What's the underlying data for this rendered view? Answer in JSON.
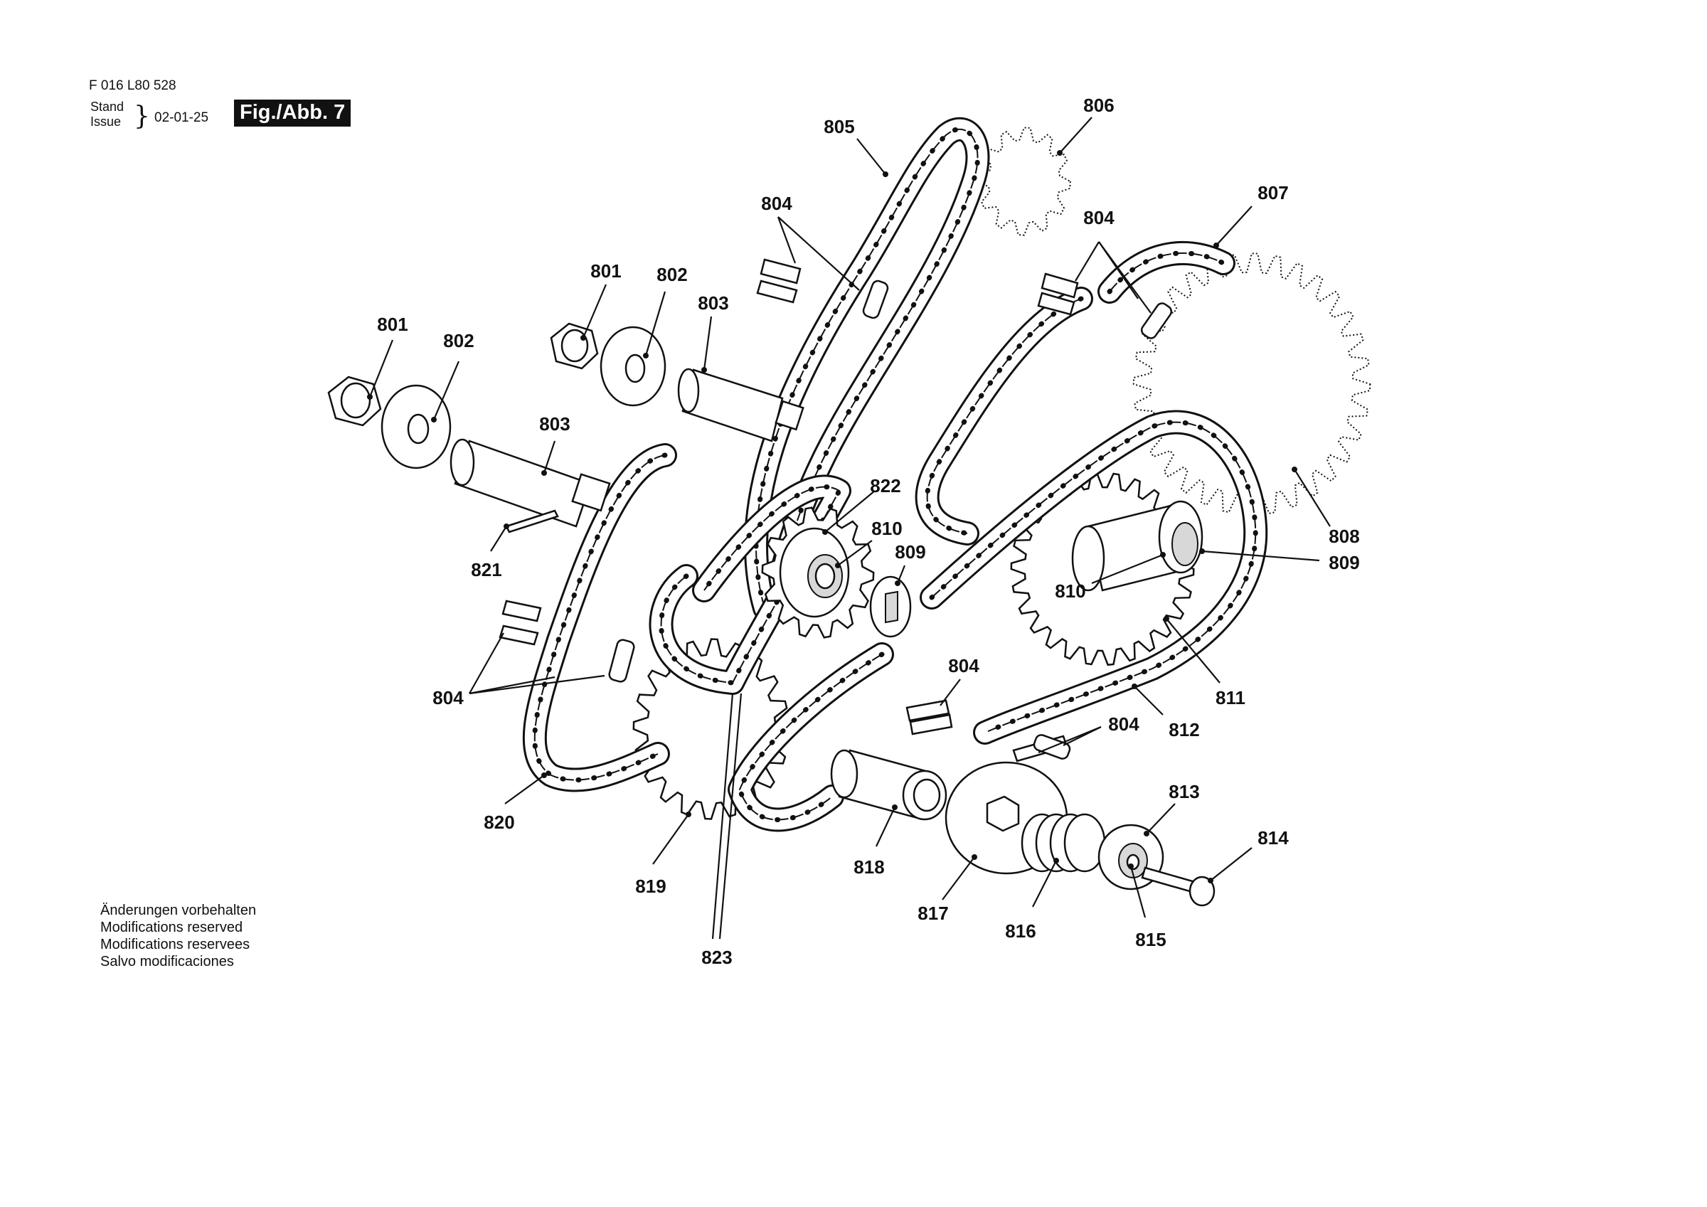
{
  "header": {
    "doc_number": "F 016 L80 528",
    "stand_label": "Stand",
    "issue_label": "Issue",
    "date": "02-01-25",
    "figure": "Fig./Abb. 7"
  },
  "notes": [
    "Änderungen vorbehalten",
    "Modifications reserved",
    "Modifications reservees",
    "Salvo modificaciones"
  ],
  "parts": [
    {
      "id": "801-left",
      "number": "801"
    },
    {
      "id": "802-left",
      "number": "802"
    },
    {
      "id": "803-left",
      "number": "803"
    },
    {
      "id": "801-right",
      "number": "801"
    },
    {
      "id": "802-right",
      "number": "802"
    },
    {
      "id": "803-right",
      "number": "803"
    },
    {
      "id": "804-top-left",
      "number": "804"
    },
    {
      "id": "804-top-right",
      "number": "804"
    },
    {
      "id": "804-bottom-left",
      "number": "804"
    },
    {
      "id": "804-bottom-mid",
      "number": "804"
    },
    {
      "id": "804-bottom-right",
      "number": "804"
    },
    {
      "id": "805",
      "number": "805"
    },
    {
      "id": "806",
      "number": "806"
    },
    {
      "id": "807",
      "number": "807"
    },
    {
      "id": "808",
      "number": "808"
    },
    {
      "id": "809-left",
      "number": "809"
    },
    {
      "id": "809-right",
      "number": "809"
    },
    {
      "id": "810-left",
      "number": "810"
    },
    {
      "id": "810-right",
      "number": "810"
    },
    {
      "id": "811",
      "number": "811"
    },
    {
      "id": "812",
      "number": "812"
    },
    {
      "id": "813",
      "number": "813"
    },
    {
      "id": "814",
      "number": "814"
    },
    {
      "id": "815",
      "number": "815"
    },
    {
      "id": "816",
      "number": "816"
    },
    {
      "id": "817",
      "number": "817"
    },
    {
      "id": "818",
      "number": "818"
    },
    {
      "id": "819",
      "number": "819"
    },
    {
      "id": "820",
      "number": "820"
    },
    {
      "id": "821",
      "number": "821"
    },
    {
      "id": "822",
      "number": "822"
    },
    {
      "id": "823",
      "number": "823"
    }
  ]
}
